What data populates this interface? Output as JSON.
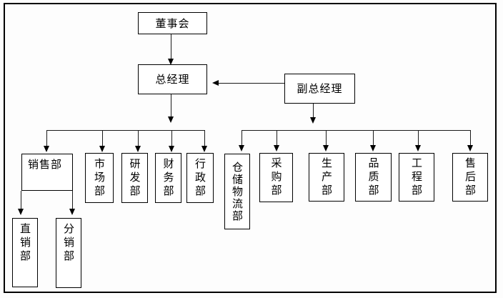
{
  "diagram_type": "org-chart",
  "colors": {
    "background": "#ffffff",
    "line": "#000000",
    "box_border": "#000000",
    "text": "#000000"
  },
  "nodes": {
    "board": {
      "label": "董事会"
    },
    "gm": {
      "label": "总经理"
    },
    "deputy_gm": {
      "label": "副总经理"
    },
    "sales": {
      "label": "销售部"
    },
    "marketing": {
      "label": "市场部"
    },
    "rnd": {
      "label": "研发部"
    },
    "finance": {
      "label": "财务部"
    },
    "admin": {
      "label": "行政部"
    },
    "warehouse_logistics": {
      "label": "仓储物流部"
    },
    "purchasing": {
      "label": "采购部"
    },
    "production": {
      "label": "生产部"
    },
    "quality": {
      "label": "品质部"
    },
    "engineering": {
      "label": "工程部"
    },
    "after_sales": {
      "label": "售后部"
    },
    "direct_sales": {
      "label": "直销部"
    },
    "distribution": {
      "label": "分销部"
    }
  },
  "edges": [
    {
      "from": "董事会",
      "to": "总经理"
    },
    {
      "from": "副总经理",
      "to": "总经理"
    },
    {
      "from": "总经理",
      "to": "销售部"
    },
    {
      "from": "总经理",
      "to": "市场部"
    },
    {
      "from": "总经理",
      "to": "研发部"
    },
    {
      "from": "总经理",
      "to": "财务部"
    },
    {
      "from": "总经理",
      "to": "行政部"
    },
    {
      "from": "副总经理",
      "to": "仓储物流部"
    },
    {
      "from": "副总经理",
      "to": "采购部"
    },
    {
      "from": "副总经理",
      "to": "生产部"
    },
    {
      "from": "副总经理",
      "to": "品质部"
    },
    {
      "from": "副总经理",
      "to": "工程部"
    },
    {
      "from": "副总经理",
      "to": "售后部"
    },
    {
      "from": "销售部",
      "to": "直销部"
    },
    {
      "from": "销售部",
      "to": "分销部"
    }
  ]
}
